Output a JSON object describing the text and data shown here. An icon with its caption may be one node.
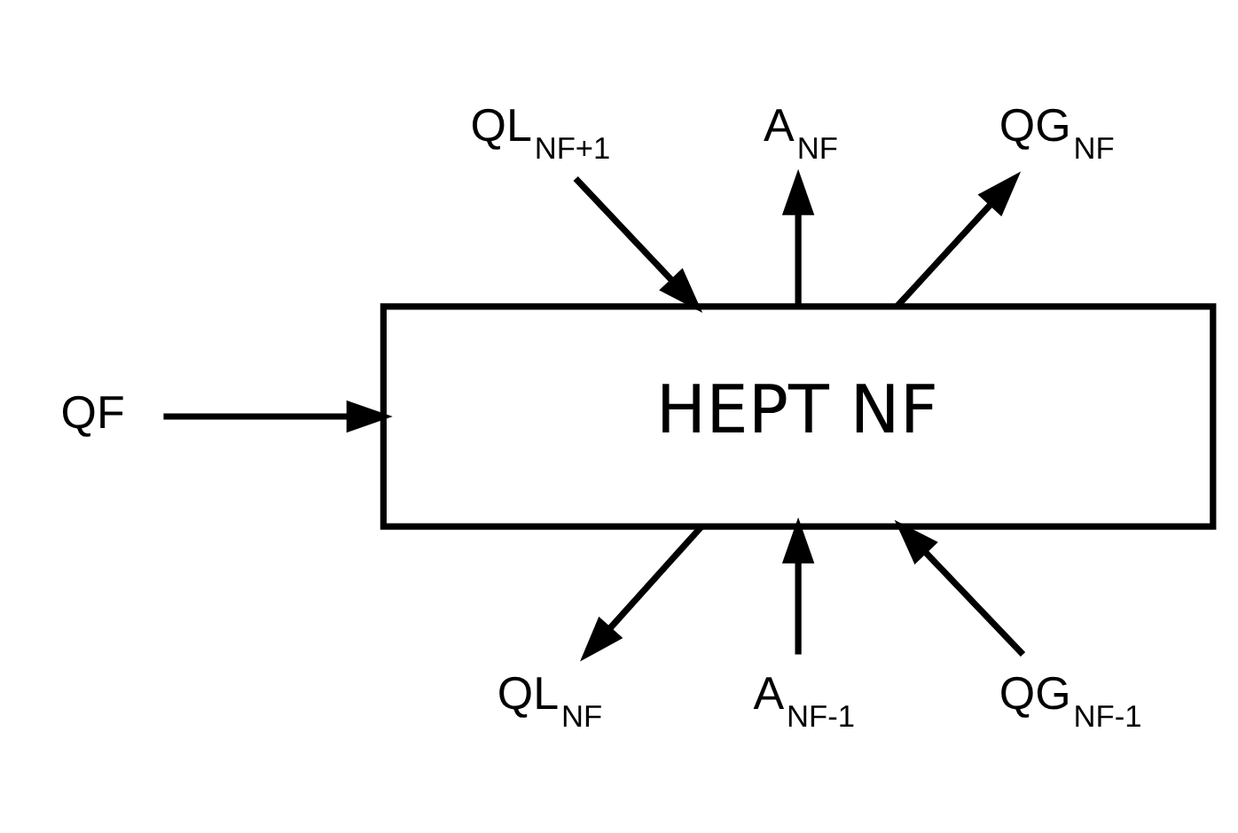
{
  "diagram": {
    "nodes": [
      {
        "text": [
          "HEPT NF"
        ]
      },
      {
        "text": [
          "QF"
        ]
      },
      {
        "text": [
          "QL$_{NF+1}$"
        ]
      },
      {
        "text": [
          "A$_{NF}$"
        ]
      },
      {
        "text": [
          "QG$_{NF}$"
        ]
      },
      {
        "text": [
          "QL$_{NF}$"
        ]
      },
      {
        "text": [
          "A$_{NF-1}$"
        ]
      },
      {
        "text": [
          "QG$_{NF-1}$"
        ]
      }
    ],
    "edges": [
      {
        "from": 1,
        "to": 0,
        "arrow": "to"
      },
      {
        "from": 2,
        "to": 0,
        "arrow": "to"
      },
      {
        "from": 0,
        "to": 3,
        "arrow": "to"
      },
      {
        "from": 0,
        "to": 4,
        "arrow": "to"
      },
      {
        "from": 0,
        "to": 5,
        "arrow": "to"
      },
      {
        "from": 6,
        "to": 0,
        "arrow": "to"
      },
      {
        "from": 7,
        "to": 0,
        "arrow": "to"
      }
    ]
  }
}
